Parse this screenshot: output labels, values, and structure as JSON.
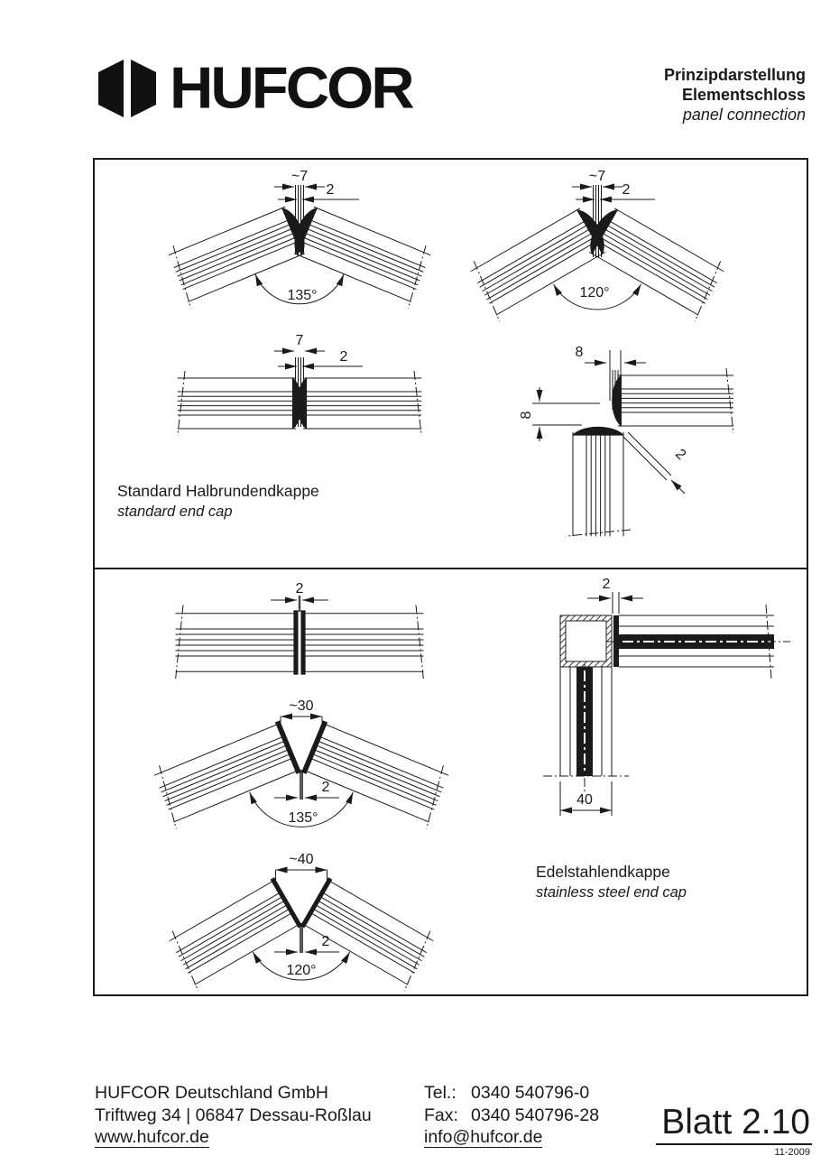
{
  "header": {
    "logo_text": "HUFCOR",
    "title1": "Prinzipdarstellung",
    "title2": "Elementschloss",
    "title3": "panel connection"
  },
  "labels": {
    "standard_de": "Standard Halbrundendkappe",
    "standard_en": "standard end cap",
    "stainless_de": "Edelstahlendkappe",
    "stainless_en": "stainless steel end cap"
  },
  "dims": {
    "a_w": "~7",
    "a_g": "2",
    "a_ang": "135°",
    "b_w": "~7",
    "b_g": "2",
    "b_ang": "120°",
    "c_w": "7",
    "c_g": "2",
    "d_h": "8",
    "d_v": "8",
    "d_g": "2",
    "e_g": "2",
    "f_w": "~30",
    "f_g": "2",
    "f_ang": "135°",
    "g_w": "~40",
    "g_g": "2",
    "g_ang": "120°",
    "h_g": "2",
    "h_w": "40"
  },
  "footer": {
    "company": "HUFCOR Deutschland GmbH",
    "address": "Triftweg 34 | 06847 Dessau-Roßlau",
    "website": "www.hufcor.de",
    "tel_label": "Tel.:",
    "tel_value": "0340 540796-0",
    "fax_label": "Fax:",
    "fax_value": "0340 540796-28",
    "email": "info@hufcor.de",
    "sheet": "Blatt 2.10",
    "revision": "11-2009"
  },
  "colors": {
    "ink": "#1a1a1a",
    "paper": "#ffffff"
  }
}
